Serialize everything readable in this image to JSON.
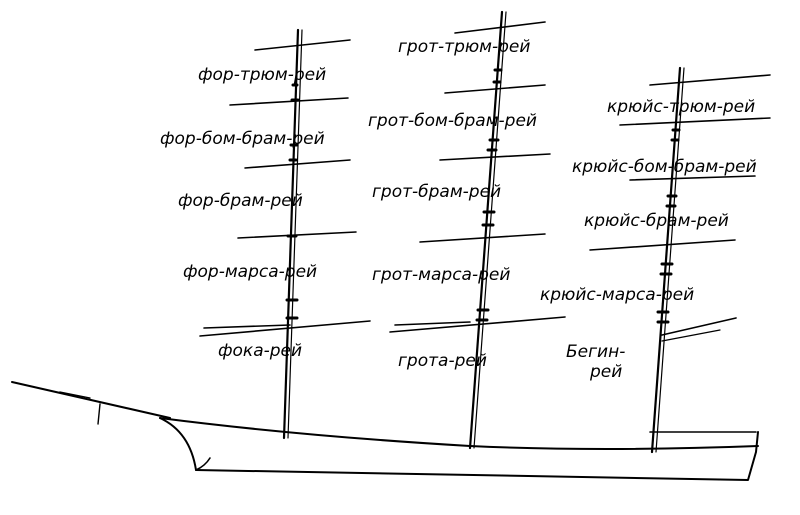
{
  "labels": {
    "fore": {
      "royal_yard": "фор-трюм-рей",
      "royal_bom_yard": "фор-бом-брам-рей",
      "topgallant_yard": "фор-брам-рей",
      "topsail_yard": "фор-марса-рей",
      "fore_yard": "фока-рей"
    },
    "main": {
      "royal_yard": "грот-трюм-рей",
      "royal_bom_yard": "грот-бом-брам-рей",
      "topgallant_yard": "грот-брам-рей",
      "topsail_yard": "грот-марса-рей",
      "main_yard": "грота-рей"
    },
    "mizzen": {
      "royal_yard": "крюйс-трюм-рей",
      "royal_bom_yard": "крюйс-бом-брам-рей",
      "topgallant_yard": "крюйс-брам-рей",
      "topsail_yard": "крюйс-марса-рей",
      "gaff_line1": "Бегин-",
      "gaff_line2": "рей"
    }
  }
}
